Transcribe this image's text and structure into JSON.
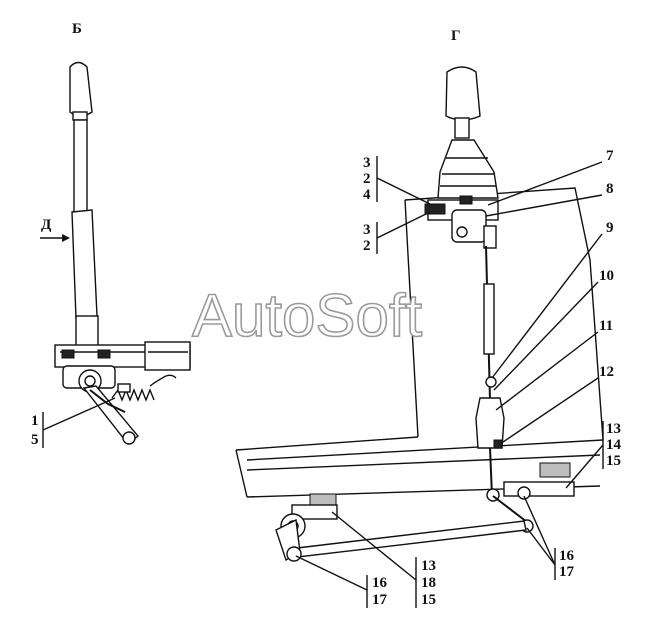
{
  "views": {
    "left": "Б",
    "right": "Г"
  },
  "arrow_label": "Д",
  "watermark": "AutoSoft",
  "callouts": {
    "left_group": [
      "1",
      "5"
    ],
    "top_group_a": [
      "3",
      "2",
      "4"
    ],
    "top_group_b": [
      "3",
      "2"
    ],
    "c7": "7",
    "c8": "8",
    "c9": "9",
    "c10": "10",
    "c11": "11",
    "c12": "12",
    "right_group": [
      "13",
      "14",
      "15"
    ],
    "bottom_right_group": [
      "16",
      "17"
    ],
    "bottom_mid_group": [
      "13",
      "18",
      "15"
    ],
    "bottom_left_group": [
      "16",
      "17"
    ]
  }
}
